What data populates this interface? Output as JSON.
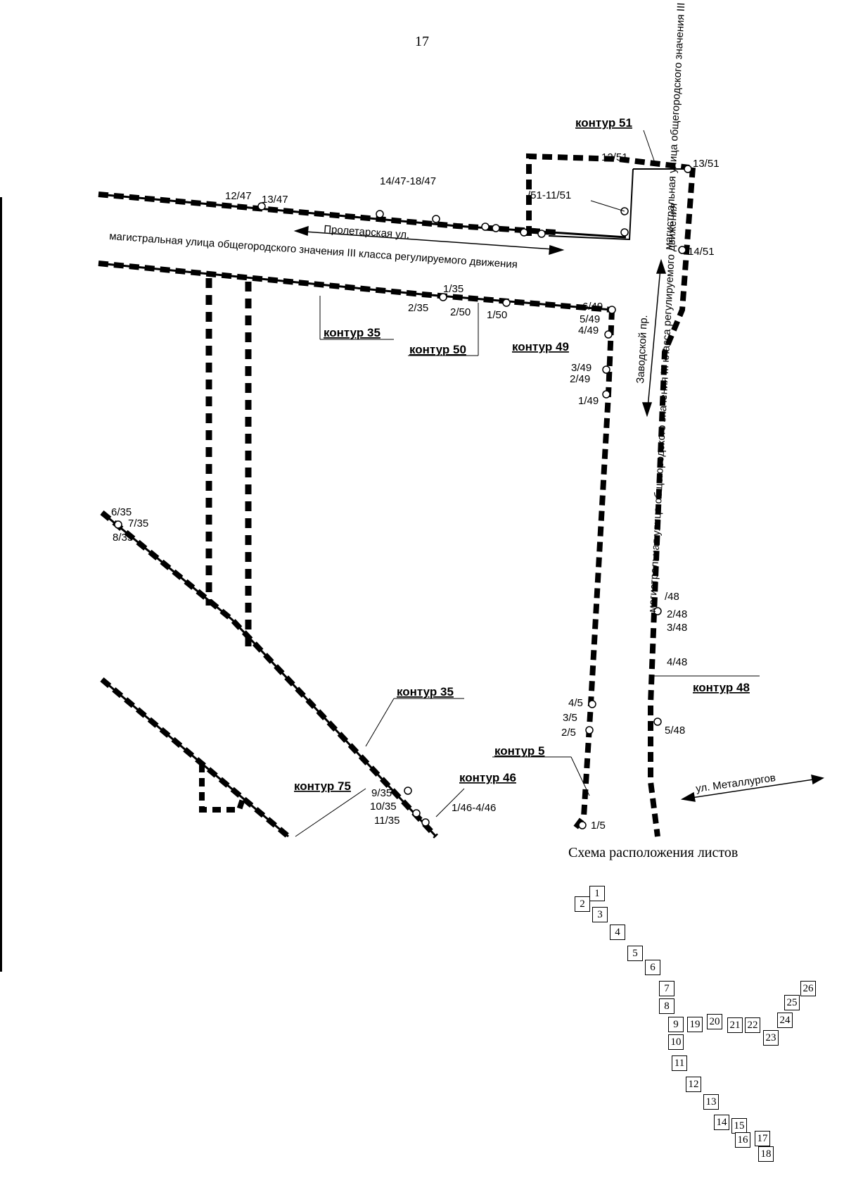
{
  "page_number": "17",
  "streets": {
    "proletarskaya": "Пролетарская ул.",
    "main_horizontal": "магистральная улица общегородского значения III класса регулируемого движения",
    "zavodskoy": "Заводской пр.",
    "main_vertical_a": "магистральная улица общегородского значения III класса регулируемого движения",
    "main_vertical_b": "магистральная улица общегородского значения III класса регулируемого движения",
    "metallurgov": "ул. Металлургов"
  },
  "contours": {
    "c51": "контур 51",
    "c35_top": "контур 35",
    "c50": "контур 50",
    "c49": "контур 49",
    "c35_bottom": "контур 35",
    "c48": "контур 48",
    "c5": "контур  5",
    "c46": "контур 46",
    "c75": "контур 75"
  },
  "points": {
    "p12_47": "12/47",
    "p13_47": "13/47",
    "p14_18_47": "14/47-18/47",
    "p12_51": "12/51",
    "p13_51": "13/51",
    "p1_11_51": "/51-11/51",
    "p14_51": "14/51",
    "p1_35": "1/35",
    "p2_35": "2/35",
    "p2_50": "2/50",
    "p1_50": "1/50",
    "p6_49": "6/49",
    "p5_49": "5/49",
    "p4_49": "4/49",
    "p3_49": "3/49",
    "p2_49": "2/49",
    "p1_49": "1/49",
    "p6_35": "6/35",
    "p7_35": "7/35",
    "p8_35": "8/35",
    "p1_48": "/48",
    "p2_48": "2/48",
    "p3_48": "3/48",
    "p4_48": "4/48",
    "p5_48": "5/48",
    "p4_5": "4/5",
    "p3_5": "3/5",
    "p2_5": "2/5",
    "p1_5": "1/5",
    "p9_35": "9/35",
    "p10_35": "10/35",
    "p11_35": "11/35",
    "p1_4_46": "1/46-4/46"
  },
  "scheme": {
    "title": "Схема расположения листов",
    "sheets": [
      "1",
      "2",
      "3",
      "4",
      "5",
      "6",
      "7",
      "8",
      "9",
      "10",
      "11",
      "12",
      "13",
      "14",
      "15",
      "16",
      "17",
      "18",
      "19",
      "20",
      "21",
      "22",
      "23",
      "24",
      "25",
      "26"
    ]
  }
}
